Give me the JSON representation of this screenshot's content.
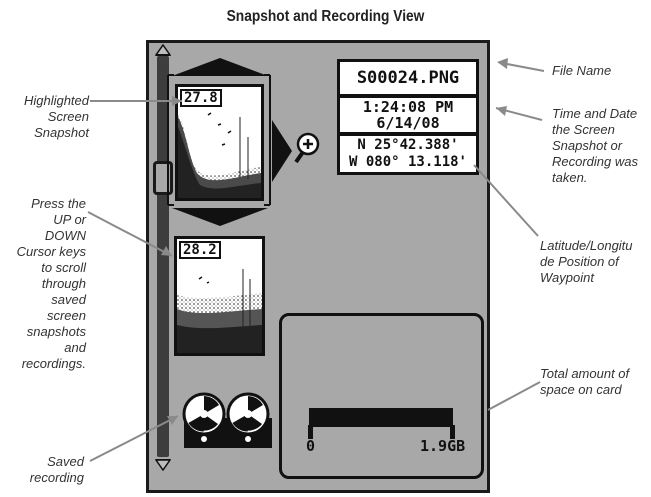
{
  "title": "Snapshot and Recording View",
  "callouts": {
    "highlighted": [
      "Highlighted",
      "Screen",
      "Snapshot"
    ],
    "scroll": [
      "Press the",
      "UP or",
      "DOWN",
      "Cursor keys",
      "to scroll",
      "through",
      "saved",
      "screen",
      "snapshots",
      "and",
      "recordings."
    ],
    "saved": [
      "Saved",
      "recording"
    ],
    "file_name": [
      "File Name"
    ],
    "time_date": [
      "Time and Date",
      "the Screen",
      "Snapshot or",
      "Recording was",
      "taken."
    ],
    "latlon": [
      "Latitude/Longitu",
      "de Position of",
      "Waypoint"
    ],
    "total": [
      "Total amount of",
      "space on card"
    ]
  },
  "screen": {
    "file_name": "S00024.PNG",
    "time": "1:24:08 PM",
    "date": "6/14/08",
    "lat": "N 25°42.388'",
    "lon": "W 080° 13.118'",
    "snapshot1_depth": "27.8",
    "snapshot2_depth": "28.2",
    "space_min": "0",
    "space_max": "1.9GB",
    "space_used_fraction": 1.0
  },
  "colors": {
    "device_bg": "#a8a8a8",
    "border": "#111111",
    "leader": "#888888"
  },
  "icons": [
    "scroll-up-arrow-icon",
    "scroll-down-arrow-icon",
    "up-triangle-icon",
    "down-triangle-icon",
    "zoom-icon",
    "tape-reel-icon"
  ]
}
